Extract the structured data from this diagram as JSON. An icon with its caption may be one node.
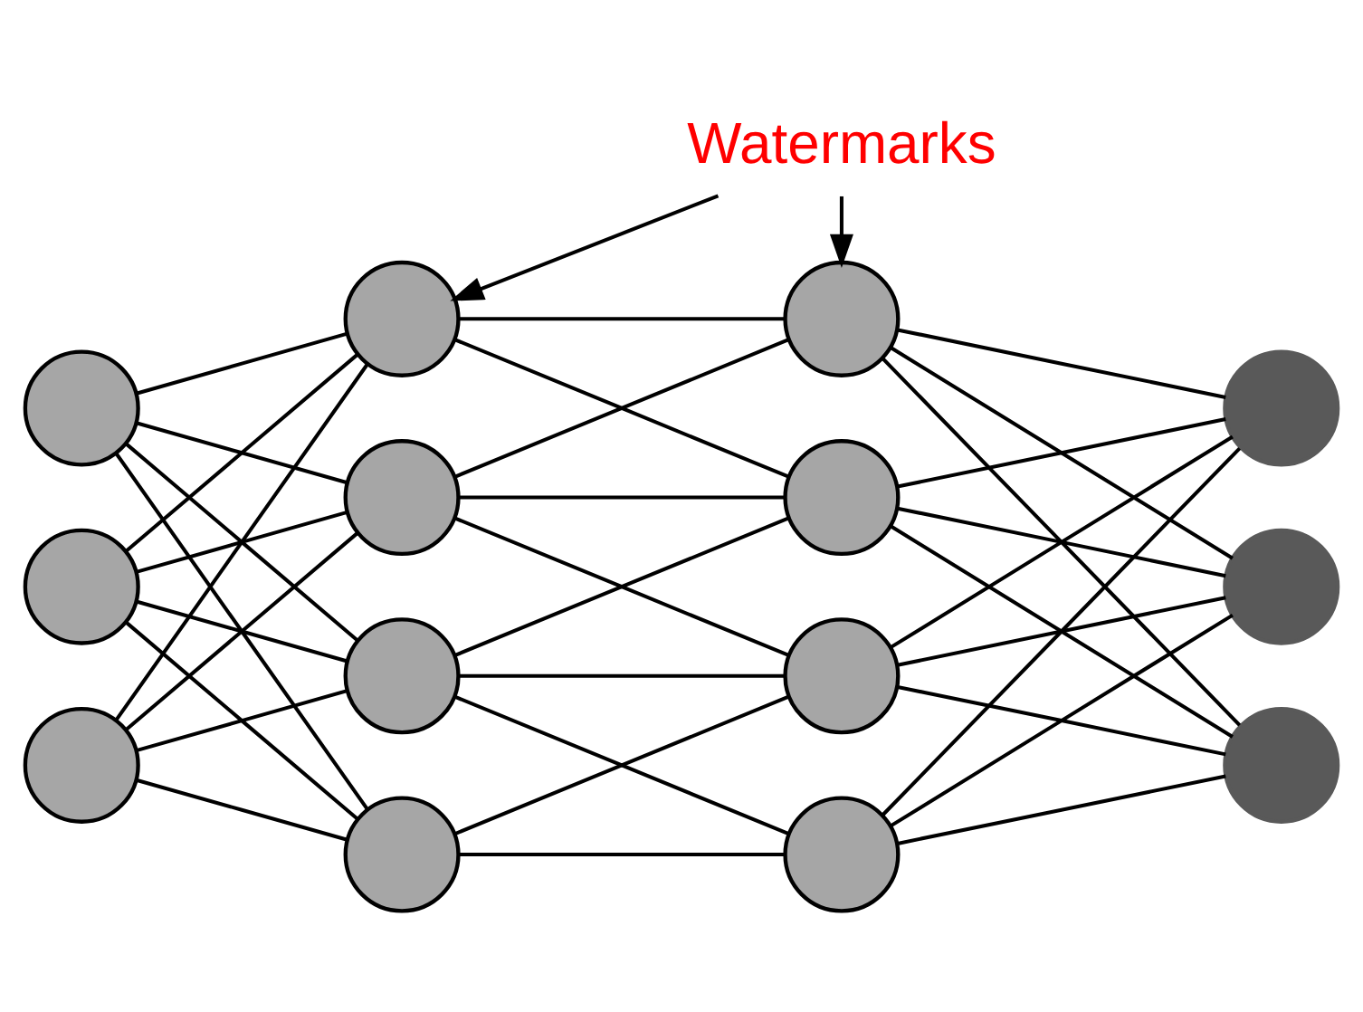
{
  "diagram": {
    "nodes": [
      {
        "text": [
          "Watermarks"
        ]
      },
      {
        "text": [],
        "shape": "circle"
      },
      {
        "text": [],
        "shape": "circle"
      },
      {
        "text": [],
        "shape": "circle"
      },
      {
        "text": [],
        "shape": "circle"
      },
      {
        "text": [],
        "shape": "circle"
      },
      {
        "text": [],
        "shape": "circle"
      },
      {
        "text": [],
        "shape": "circle"
      },
      {
        "text": [],
        "shape": "circle"
      },
      {
        "text": [],
        "shape": "circle"
      },
      {
        "text": [],
        "shape": "circle"
      },
      {
        "text": [],
        "shape": "circle"
      },
      {
        "text": [],
        "shape": "circle"
      },
      {
        "text": [],
        "shape": "circle"
      },
      {
        "text": [],
        "shape": "circle"
      }
    ],
    "edges": [
      {
        "from": 0,
        "to": 4,
        "arrow": "to"
      },
      {
        "from": 0,
        "to": 8,
        "arrow": "to"
      },
      {
        "from": 1,
        "to": 4,
        "arrow": "none"
      },
      {
        "from": 1,
        "to": 5,
        "arrow": "none"
      },
      {
        "from": 1,
        "to": 6,
        "arrow": "none"
      },
      {
        "from": 1,
        "to": 7,
        "arrow": "none"
      },
      {
        "from": 2,
        "to": 4,
        "arrow": "none"
      },
      {
        "from": 2,
        "to": 5,
        "arrow": "none"
      },
      {
        "from": 2,
        "to": 6,
        "arrow": "none"
      },
      {
        "from": 2,
        "to": 7,
        "arrow": "none"
      },
      {
        "from": 3,
        "to": 4,
        "arrow": "none"
      },
      {
        "from": 3,
        "to": 5,
        "arrow": "none"
      },
      {
        "from": 3,
        "to": 6,
        "arrow": "none"
      },
      {
        "from": 3,
        "to": 7,
        "arrow": "none"
      },
      {
        "from": 4,
        "to": 8,
        "arrow": "none"
      },
      {
        "from": 4,
        "to": 9,
        "arrow": "none"
      },
      {
        "from": 5,
        "to": 8,
        "arrow": "none"
      },
      {
        "from": 5,
        "to": 9,
        "arrow": "none"
      },
      {
        "from": 5,
        "to": 10,
        "arrow": "none"
      },
      {
        "from": 6,
        "to": 9,
        "arrow": "none"
      },
      {
        "from": 6,
        "to": 10,
        "arrow": "none"
      },
      {
        "from": 6,
        "to": 11,
        "arrow": "none"
      },
      {
        "from": 7,
        "to": 10,
        "arrow": "none"
      },
      {
        "from": 7,
        "to": 11,
        "arrow": "none"
      },
      {
        "from": 8,
        "to": 12,
        "arrow": "none"
      },
      {
        "from": 8,
        "to": 13,
        "arrow": "none"
      },
      {
        "from": 8,
        "to": 14,
        "arrow": "none"
      },
      {
        "from": 9,
        "to": 12,
        "arrow": "none"
      },
      {
        "from": 9,
        "to": 13,
        "arrow": "none"
      },
      {
        "from": 9,
        "to": 14,
        "arrow": "none"
      },
      {
        "from": 10,
        "to": 12,
        "arrow": "none"
      },
      {
        "from": 10,
        "to": 13,
        "arrow": "none"
      },
      {
        "from": 10,
        "to": 14,
        "arrow": "none"
      },
      {
        "from": 11,
        "to": 12,
        "arrow": "none"
      },
      {
        "from": 11,
        "to": 13,
        "arrow": "none"
      },
      {
        "from": 11,
        "to": 14,
        "arrow": "none"
      }
    ]
  }
}
